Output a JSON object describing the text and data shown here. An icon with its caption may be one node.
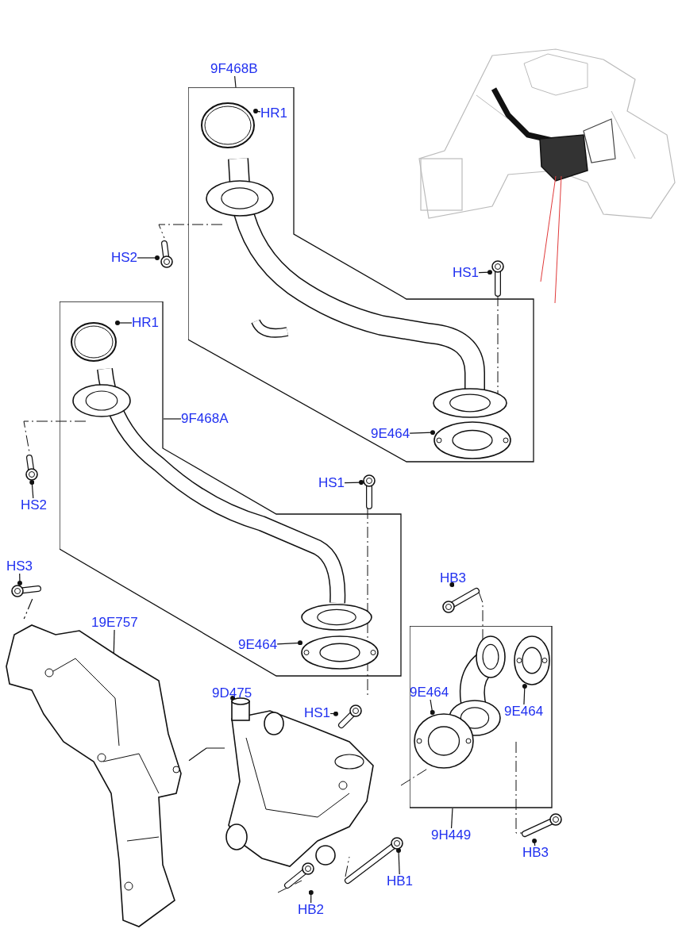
{
  "diagram": {
    "nodes": [
      {
        "text": [
          "9F468B"
        ]
      },
      {
        "text": [
          "HR1"
        ],
        "in": 21
      },
      {
        "text": [
          "HS2"
        ]
      },
      {
        "text": [
          "HS1"
        ]
      },
      {
        "text": [
          "HR1"
        ],
        "in": 24
      },
      {
        "text": [
          "9F468A"
        ]
      },
      {
        "text": [
          "9E464"
        ],
        "in": 21
      },
      {
        "text": [
          "HS2"
        ]
      },
      {
        "text": [
          "HS1"
        ]
      },
      {
        "text": [
          "HS3"
        ]
      },
      {
        "text": [
          "HB3"
        ]
      },
      {
        "text": [
          "19E757"
        ]
      },
      {
        "text": [
          "9E464"
        ],
        "in": 24
      },
      {
        "text": [
          "9D475"
        ]
      },
      {
        "text": [
          "HS1"
        ]
      },
      {
        "text": [
          "9E464"
        ],
        "in": 27
      },
      {
        "text": [
          "9E464"
        ],
        "in": 27
      },
      {
        "text": [
          "9H449"
        ]
      },
      {
        "text": [
          "HB3"
        ]
      },
      {
        "text": [
          "HB1"
        ]
      },
      {
        "text": [
          "HB2"
        ]
      },
      {
        "text": [],
        "shape": "box"
      },
      {
        "text": [],
        "shape": "circle",
        "in": 21
      },
      {
        "text": [],
        "shape": "picture",
        "in": 21
      },
      {
        "text": [],
        "shape": "box"
      },
      {
        "text": [],
        "shape": "circle",
        "in": 24
      },
      {
        "text": [],
        "shape": "picture",
        "in": 24
      },
      {
        "text": [],
        "shape": "box"
      },
      {
        "text": [],
        "shape": "picture",
        "in": 27
      },
      {
        "text": [],
        "shape": "picture",
        "in": 27
      },
      {
        "text": [],
        "shape": "picture"
      },
      {
        "text": [],
        "shape": "picture"
      },
      {
        "text": [],
        "shape": "picture"
      },
      {
        "text": [],
        "shape": "picture"
      },
      {
        "text": [],
        "shape": "picture"
      },
      {
        "text": [],
        "shape": "picture"
      },
      {
        "text": [],
        "shape": "picture"
      },
      {
        "text": [],
        "shape": "picture"
      },
      {
        "text": [],
        "shape": "picture"
      },
      {
        "text": [],
        "shape": "picture"
      },
      {
        "text": [],
        "shape": "picture"
      },
      {
        "text": [],
        "shape": "picture"
      }
    ],
    "edges": [
      {
        "from": 0,
        "to": 21,
        "arrow": "none"
      },
      {
        "from": 1,
        "to": 22,
        "arrow": "other"
      },
      {
        "from": 2,
        "to": 30,
        "arrow": "other"
      },
      {
        "from": 3,
        "to": 31,
        "arrow": "other"
      },
      {
        "from": 4,
        "to": 25,
        "arrow": "other"
      },
      {
        "from": 5,
        "to": 24,
        "arrow": "none"
      },
      {
        "from": 6,
        "to": 23,
        "arrow": "other"
      },
      {
        "from": 7,
        "to": 32,
        "arrow": "other"
      },
      {
        "from": 8,
        "to": 33,
        "arrow": "other"
      },
      {
        "from": 9,
        "to": 34,
        "arrow": "other"
      },
      {
        "from": 10,
        "to": 35,
        "arrow": "other"
      },
      {
        "from": 11,
        "to": 36,
        "arrow": "other"
      },
      {
        "from": 12,
        "to": 26,
        "arrow": "other"
      },
      {
        "from": 13,
        "to": 37,
        "arrow": "other"
      },
      {
        "from": 14,
        "to": 38,
        "arrow": "other"
      },
      {
        "from": 15,
        "to": 28,
        "arrow": "other"
      },
      {
        "from": 16,
        "to": 29,
        "arrow": "other"
      },
      {
        "from": 17,
        "to": 27,
        "arrow": "none"
      },
      {
        "from": 18,
        "to": 41,
        "arrow": "other"
      },
      {
        "from": 19,
        "to": 39,
        "arrow": "other"
      },
      {
        "from": 20,
        "to": 40,
        "arrow": "other"
      },
      {
        "from": 34,
        "to": 36,
        "arrow": "none",
        "style": "dashed"
      },
      {
        "from": 36,
        "to": 37,
        "arrow": "none"
      }
    ]
  }
}
